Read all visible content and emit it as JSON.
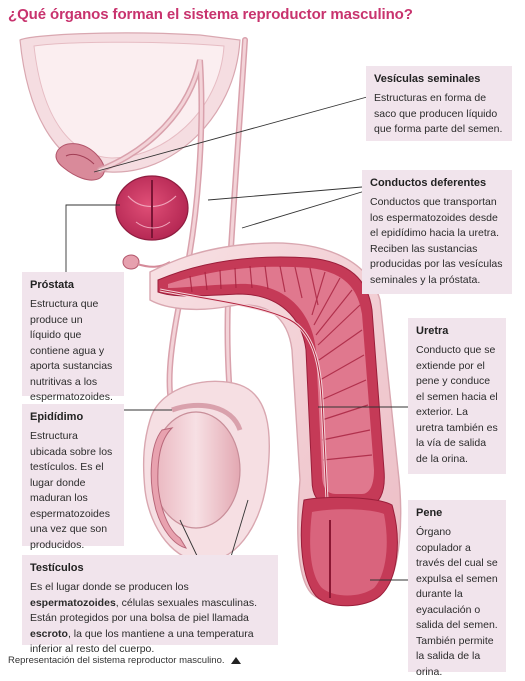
{
  "title": "¿Qué órganos forman el sistema reproductor masculino?",
  "labels": {
    "vesiculas": {
      "heading": "Vesículas seminales",
      "text": "Estructuras en forma de saco que producen líquido que forma parte del semen."
    },
    "conductos": {
      "heading": "Conductos deferentes",
      "text": "Conductos que transportan los espermatozoides desde el epidídimo hacia la uretra. Reciben las sustancias producidas por las vesículas seminales y la próstata."
    },
    "prostata": {
      "heading": "Próstata",
      "text": "Estructura que produce un líquido que contiene agua y aporta sustancias nutritivas a los espermatozoides."
    },
    "uretra": {
      "heading": "Uretra",
      "text": "Conducto que se extiende por el pene y conduce el semen hacia el exterior. La uretra también es la vía de salida de la orina."
    },
    "epididimo": {
      "heading": "Epidídimo",
      "text": "Estructura ubicada sobre los testículos. Es el lugar donde maduran los espermatozoides una vez que son producidos."
    },
    "pene": {
      "heading": "Pene",
      "text": "Órgano copulador a través del cual se expulsa el semen durante la eyaculación o salida del semen. También permite la salida de la orina."
    },
    "testiculos": {
      "heading": "Testículos",
      "text_before": "Es el lugar donde se producen los ",
      "bold1": "espermatozoides",
      "text_mid": ", células sexuales masculinas. Están protegidos por una bolsa de piel llamada ",
      "bold2": "escroto",
      "text_after": ", la que los mantiene a una temperatura inferior al resto del cuerpo."
    }
  },
  "caption": "Representación del sistema reproductor masculino.",
  "colors": {
    "title": "#c8336e",
    "box_bg": "#f1e4ec",
    "tissue_light": "#f3d3d8",
    "tissue_mid": "#e8a9b4",
    "tissue_dark": "#c9415b",
    "erectile": "#b8243f"
  }
}
